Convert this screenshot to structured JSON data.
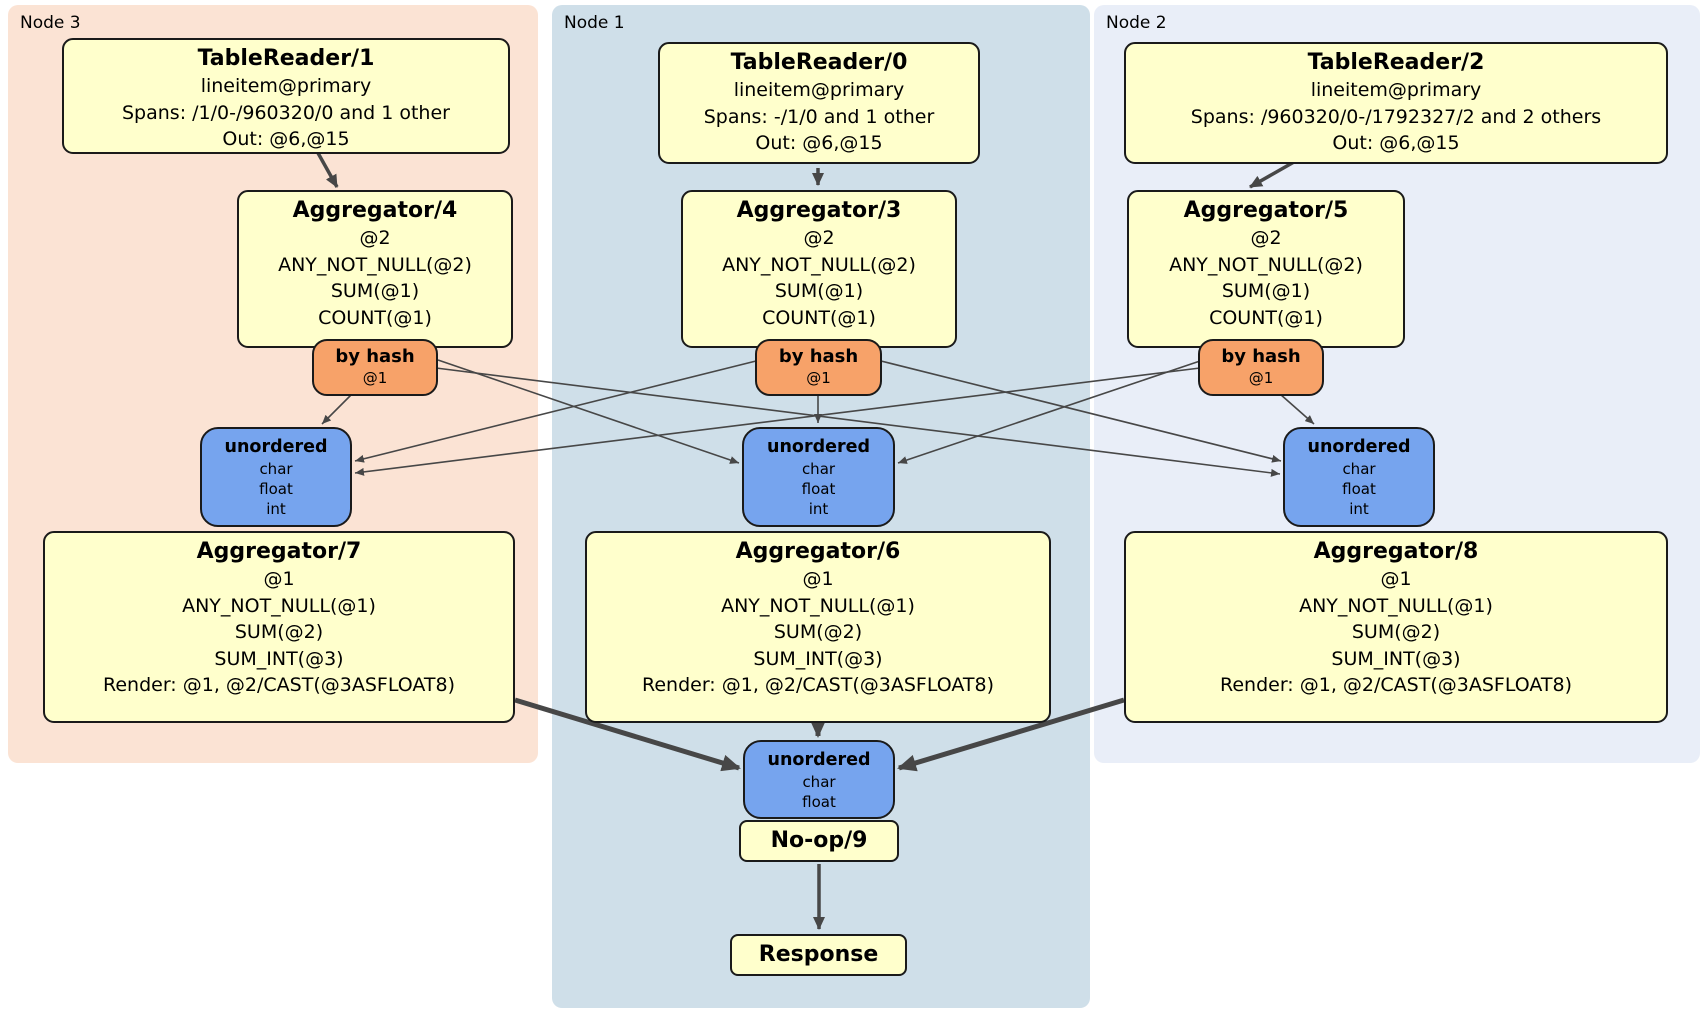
{
  "diagram": {
    "node_groups": [
      {
        "label": "Node 3",
        "color": "#fbe3d4"
      },
      {
        "label": "Node 1",
        "color": "#cfdfe9"
      },
      {
        "label": "Node 2",
        "color": "#e9eef8"
      }
    ],
    "processors": {
      "tr1": {
        "title": "TableReader/1",
        "lines": [
          "lineitem@primary",
          "Spans: /1/0-/960320/0 and 1 other",
          "Out: @6,@15"
        ]
      },
      "tr0": {
        "title": "TableReader/0",
        "lines": [
          "lineitem@primary",
          "Spans: -/1/0 and 1 other",
          "Out: @6,@15"
        ]
      },
      "tr2": {
        "title": "TableReader/2",
        "lines": [
          "lineitem@primary",
          "Spans: /960320/0-/1792327/2 and 2 others",
          "Out: @6,@15"
        ]
      },
      "agg4": {
        "title": "Aggregator/4",
        "lines": [
          "@2",
          "ANY_NOT_NULL(@2)",
          "SUM(@1)",
          "COUNT(@1)"
        ]
      },
      "agg3": {
        "title": "Aggregator/3",
        "lines": [
          "@2",
          "ANY_NOT_NULL(@2)",
          "SUM(@1)",
          "COUNT(@1)"
        ]
      },
      "agg5": {
        "title": "Aggregator/5",
        "lines": [
          "@2",
          "ANY_NOT_NULL(@2)",
          "SUM(@1)",
          "COUNT(@1)"
        ]
      },
      "agg7": {
        "title": "Aggregator/7",
        "lines": [
          "@1",
          "ANY_NOT_NULL(@1)",
          "SUM(@2)",
          "SUM_INT(@3)",
          "Render: @1, @2/CAST(@3ASFLOAT8)"
        ]
      },
      "agg6": {
        "title": "Aggregator/6",
        "lines": [
          "@1",
          "ANY_NOT_NULL(@1)",
          "SUM(@2)",
          "SUM_INT(@3)",
          "Render: @1, @2/CAST(@3ASFLOAT8)"
        ]
      },
      "agg8": {
        "title": "Aggregator/8",
        "lines": [
          "@1",
          "ANY_NOT_NULL(@1)",
          "SUM(@2)",
          "SUM_INT(@3)",
          "Render: @1, @2/CAST(@3ASFLOAT8)"
        ]
      },
      "noop": {
        "title": "No-op/9"
      },
      "response": {
        "title": "Response"
      }
    },
    "routers": {
      "r_node3": {
        "label": "by hash",
        "detail": "@1"
      },
      "r_node1": {
        "label": "by hash",
        "detail": "@1"
      },
      "r_node2": {
        "label": "by hash",
        "detail": "@1"
      }
    },
    "syncs": {
      "s_node3": {
        "label": "unordered",
        "lines": [
          "char",
          "float",
          "int"
        ]
      },
      "s_node1": {
        "label": "unordered",
        "lines": [
          "char",
          "float",
          "int"
        ]
      },
      "s_node2": {
        "label": "unordered",
        "lines": [
          "char",
          "float",
          "int"
        ]
      },
      "s_final": {
        "label": "unordered",
        "lines": [
          "char",
          "float"
        ]
      }
    },
    "colors": {
      "node3_band": "#fbe3d4",
      "node1_band": "#cfdfe9",
      "node2_band": "#e9eef8",
      "processor_fill": "#ffffcc",
      "router_fill": "#f7a269",
      "sync_fill": "#76a4ee",
      "edge": "#474747",
      "border": "#1a1a1a"
    }
  }
}
